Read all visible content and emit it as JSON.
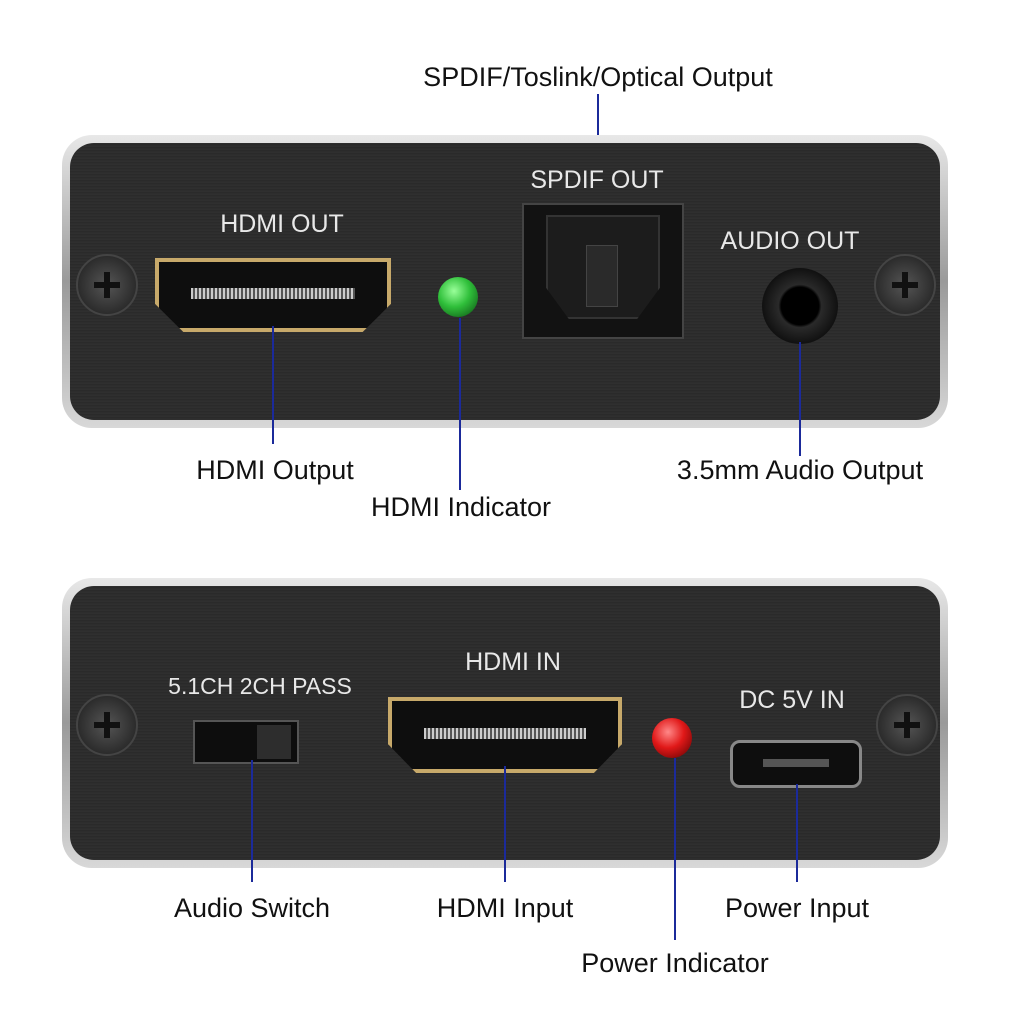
{
  "callouts": {
    "spdif": "SPDIF/Toslink/Optical Output",
    "hdmi_output": "HDMI Output",
    "hdmi_indicator": "HDMI Indicator",
    "audio_output": "3.5mm Audio Output",
    "audio_switch": "Audio Switch",
    "hdmi_input": "HDMI Input",
    "power_indicator": "Power Indicator",
    "power_input": "Power Input"
  },
  "top_panel": {
    "hdmi_out": "HDMI OUT",
    "spdif_out": "SPDIF OUT",
    "audio_out": "AUDIO OUT"
  },
  "bottom_panel": {
    "switch": "5.1CH  2CH PASS",
    "hdmi_in": "HDMI IN",
    "dc_in": "DC 5V IN"
  },
  "colors": {
    "line": "#1b2a9a",
    "led_green": "#2fbf3a",
    "led_red": "#e01818"
  }
}
